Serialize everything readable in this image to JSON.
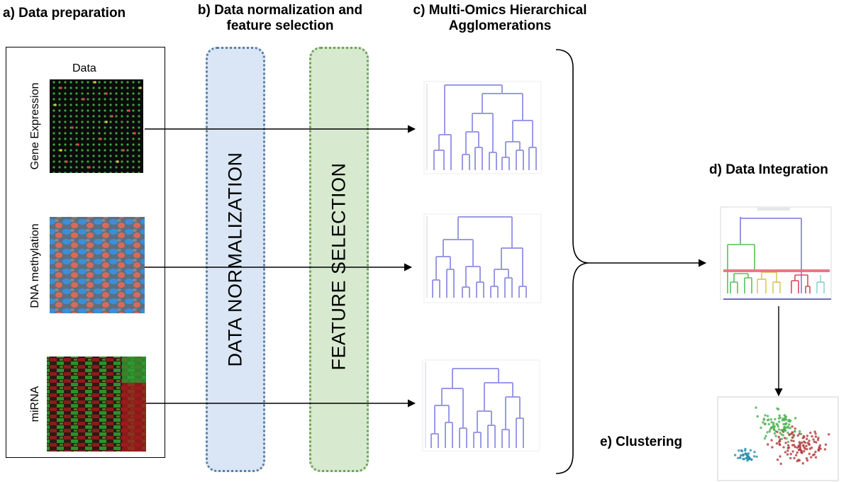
{
  "headings": {
    "a": "a) Data preparation",
    "b_line1": "b) Data normalization and",
    "b_line2": "feature selection",
    "c_line1": "c) Multi-Omics Hierarchical",
    "c_line2": "Agglomerations",
    "d": "d) Data Integration",
    "e": "e) Clustering"
  },
  "data_column_title": "Data",
  "omics_rows": [
    {
      "label": "Gene Expression"
    },
    {
      "label": "DNA methylation"
    },
    {
      "label": "miRNA"
    }
  ],
  "steps": {
    "normalization": "DATA NORMALIZATION",
    "feature_selection": "FEATURE SELECTION"
  },
  "colors": {
    "normalization_fill": "#dae6f5",
    "normalization_border": "#5b7fa6",
    "feature_fill": "#d7e9cf",
    "feature_border": "#6ea35a",
    "dendrogram": "#9a9ae6",
    "cut_line": "#e86a7a",
    "cluster_green": "#4caf50",
    "cluster_red": "#b03a3a",
    "cluster_teal": "#2a8fb0"
  },
  "icons": {
    "gene_expression": "microarray-heatmap-icon",
    "dna_methylation": "methylation-heatmap-icon",
    "mirna": "mirna-heatmap-icon",
    "dendrogram": "dendrogram-icon",
    "integrated": "integrated-dendrogram-icon",
    "clustering": "scatter-clusters-icon"
  }
}
